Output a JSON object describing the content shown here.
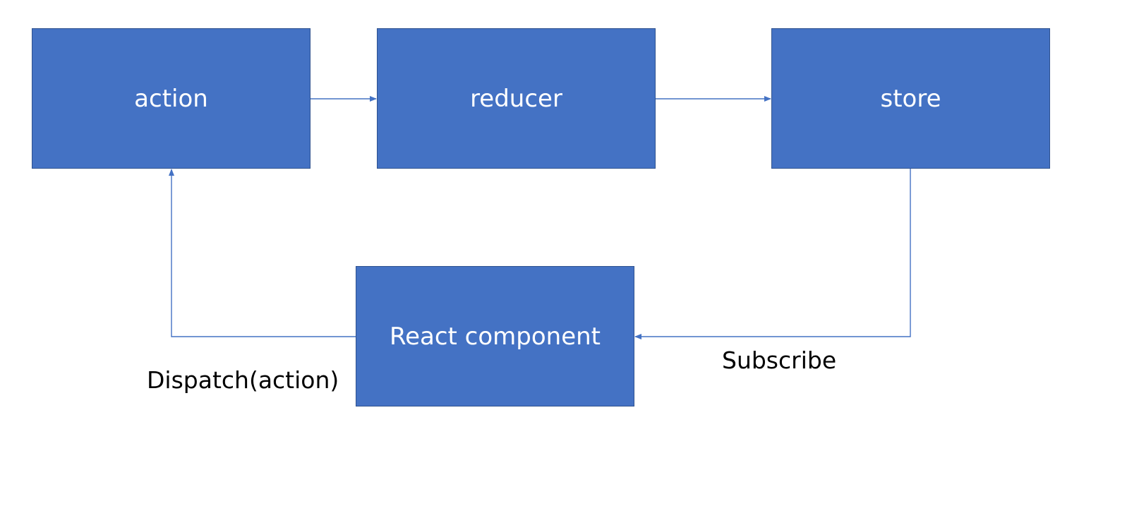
{
  "diagram": {
    "nodes": {
      "action": "action",
      "reducer": "reducer",
      "store": "store",
      "react_component": "React component"
    },
    "edges": [
      {
        "from": "action",
        "to": "reducer",
        "label": ""
      },
      {
        "from": "reducer",
        "to": "store",
        "label": ""
      },
      {
        "from": "store",
        "to": "react_component",
        "label": "Subscribe"
      },
      {
        "from": "react_component",
        "to": "action",
        "label": "Dispatch(action)"
      }
    ],
    "labels": {
      "dispatch": "Dispatch(action)",
      "subscribe": "Subscribe"
    },
    "colors": {
      "node_fill": "#4472c4",
      "node_border": "#2f528f",
      "connector": "#4472c4",
      "node_text": "#ffffff"
    }
  }
}
